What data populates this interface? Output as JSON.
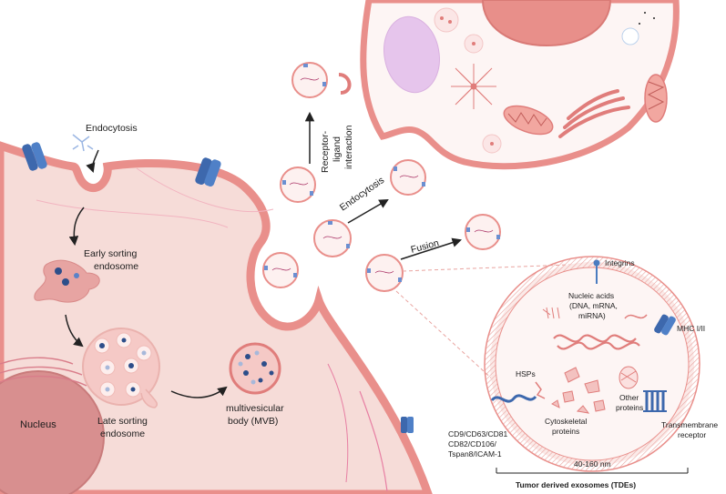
{
  "labels": {
    "endocytosis_top": "Endocytosis",
    "early_sorting": [
      "Early sorting",
      "endosome"
    ],
    "late_sorting": [
      "Late sorting",
      "endosome"
    ],
    "mvb": [
      "multivesicular",
      "body (MVB)"
    ],
    "nucleus": "Nucleus",
    "receptor_ligand": [
      "Receptor-",
      "ligand",
      "interaction"
    ],
    "endocytosis_mid": "Endocytosis",
    "fusion": "Fusion",
    "integrins": "Integrins",
    "nucleic_acids": [
      "Nucleic acids",
      "(DNA, mRNA,",
      "miRNA)"
    ],
    "mhc": "MHC I/II",
    "hsps": "HSPs",
    "other_proteins": [
      "Other",
      "proteins"
    ],
    "cytoskeletal": [
      "Cytoskeletal",
      "proteins"
    ],
    "transmembrane": [
      "Transmembrane",
      "receptor"
    ],
    "markers": [
      "CD9/CD63/CD81",
      "CD82/CD106/",
      "Tspan8/ICAM-1"
    ],
    "size": "40-160 nm",
    "tde": "Tumor derived exosomes (TDEs)"
  },
  "colors": {
    "cell_fill": "#f6dcd8",
    "cell_membrane": "#e98f8b",
    "recipient_fill": "#fdf5f4",
    "navy": "#2d4e8a",
    "receptor_blue": "#4a7cc0",
    "arrow": "#222222"
  }
}
